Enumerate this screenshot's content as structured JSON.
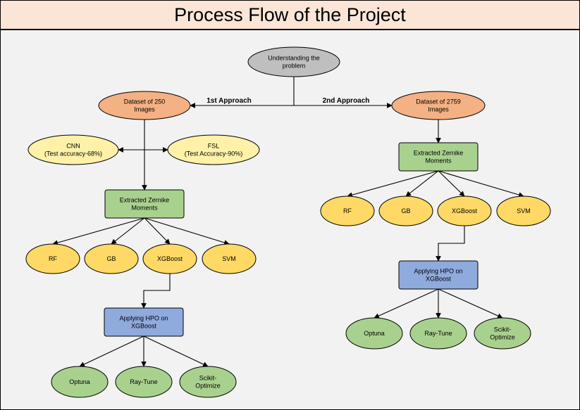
{
  "title": "Process Flow of the Project",
  "nodes": {
    "root": [
      "Understanding the",
      "problem"
    ],
    "d250": [
      "Dataset of 250",
      "Images"
    ],
    "d2759": [
      "Dataset of 2759",
      "Images"
    ],
    "cnn": [
      "CNN",
      "(Test accuracy-68%)"
    ],
    "fsl": [
      "FSL",
      "(Test Accuracy-90%)"
    ],
    "zern1": [
      "Extracted Zernike",
      "Moments"
    ],
    "zern2": [
      "Extracted Zernike",
      "Moments"
    ],
    "rf1": [
      "RF"
    ],
    "gb1": [
      "GB"
    ],
    "xgb1": [
      "XGBoost"
    ],
    "svm1": [
      "SVM"
    ],
    "rf2": [
      "RF"
    ],
    "gb2": [
      "GB"
    ],
    "xgb2": [
      "XGBoost"
    ],
    "svm2": [
      "SVM"
    ],
    "hpo1": [
      "Applying HPO on",
      "XGBoost"
    ],
    "hpo2": [
      "Applying HPO on",
      "XGBoost"
    ],
    "opt1": [
      "Optuna"
    ],
    "ray1": [
      "Ray-Tune"
    ],
    "sko1": [
      "Scikit-",
      "Optimize"
    ],
    "opt2": [
      "Optuna"
    ],
    "ray2": [
      "Ray-Tune"
    ],
    "sko2": [
      "Scikit-",
      "Optimize"
    ]
  },
  "edge_labels": {
    "approach1": "1st Approach",
    "approach2": "2nd Approach"
  },
  "colors": {
    "grey": "#bfbfbf",
    "salmon": "#f4b183",
    "light_yellow": "#fff2a8",
    "yellow": "#ffd966",
    "green": "#a9d18e",
    "blue": "#8faadc",
    "title_bg": "#fbe5d6"
  }
}
